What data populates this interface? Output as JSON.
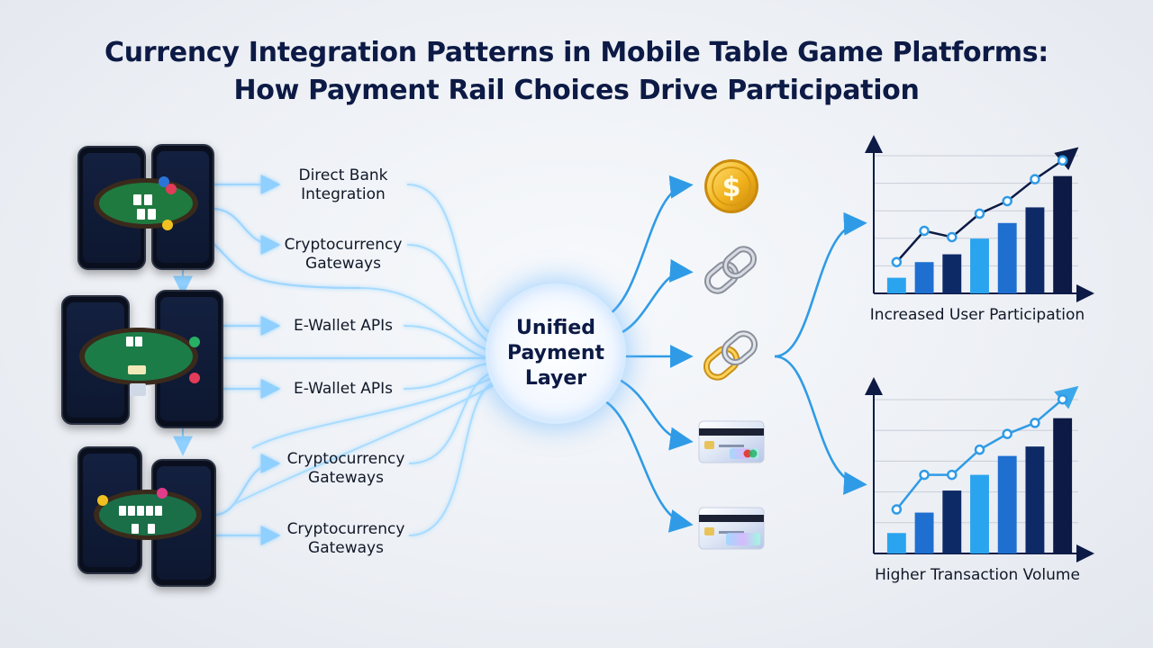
{
  "title": {
    "line1": "Currency Integration Patterns in Mobile Table Game Platforms:",
    "line2": "How Payment Rail Choices Drive Participation"
  },
  "rails": [
    {
      "line1": "Direct Bank",
      "line2": "Integration"
    },
    {
      "line1": "Cryptocurrency",
      "line2": "Gateways"
    },
    {
      "line1": "E-Wallet APIs",
      "line2": ""
    },
    {
      "line1": "E-Wallet APIs",
      "line2": ""
    },
    {
      "line1": "Cryptocurrency",
      "line2": "Gateways"
    },
    {
      "line1": "Cryptocurrency",
      "line2": "Gateways"
    }
  ],
  "hub": {
    "line1": "Unified",
    "line2": "Payment",
    "line3": "Layer"
  },
  "outputs": [
    {
      "icon": "dollar-coin-icon"
    },
    {
      "icon": "chain-link-icon"
    },
    {
      "icon": "gold-chain-link-icon"
    },
    {
      "icon": "credit-card-icon"
    },
    {
      "icon": "credit-card-icon"
    }
  ],
  "colors": {
    "accent": "#2f9be6",
    "navy": "#0c1a45",
    "glow": "#bfe3ff"
  },
  "chart_data": [
    {
      "type": "bar",
      "caption": "Increased User Participation",
      "values": [
        1,
        2,
        2.5,
        3.5,
        4.5,
        5.5,
        7.5
      ],
      "trend": [
        2,
        4,
        3.6,
        5.1,
        5.9,
        7.3,
        8.5
      ],
      "ylim": [
        0,
        9
      ]
    },
    {
      "type": "bar",
      "caption": "Higher Transaction Volume",
      "values": [
        1.3,
        2.6,
        4,
        5,
        6.2,
        6.8,
        8.6
      ],
      "trend": [
        2.8,
        5,
        5,
        6.6,
        7.6,
        8.3,
        9.8
      ],
      "ylim": [
        0,
        10
      ]
    }
  ]
}
